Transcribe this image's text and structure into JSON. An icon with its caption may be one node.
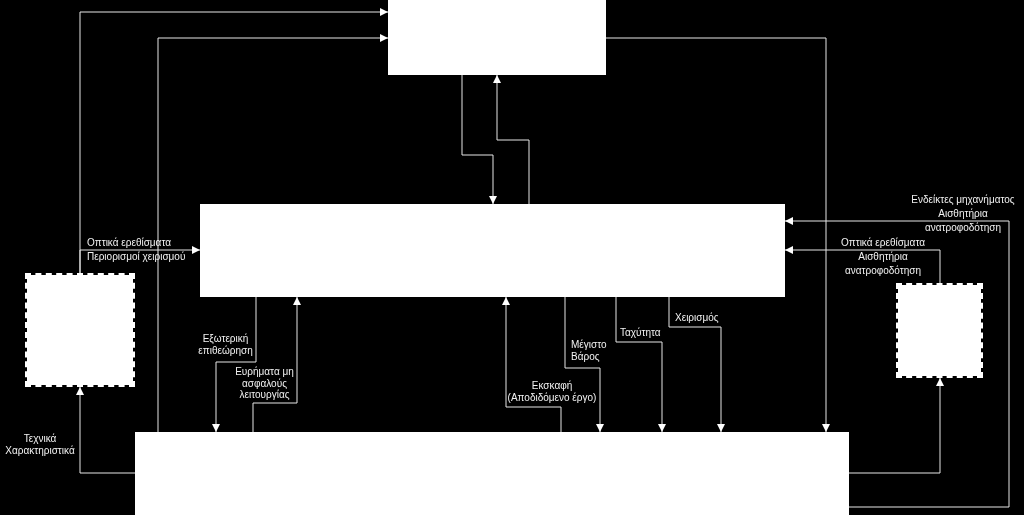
{
  "diagram": {
    "nodes": [
      {
        "text": [],
        "shape": "box"
      },
      {
        "text": [],
        "shape": "box"
      },
      {
        "text": [],
        "shape": "box"
      },
      {
        "text": [],
        "shape": "box"
      },
      {
        "text": [],
        "shape": "box"
      }
    ],
    "edges": [
      {
        "from": 2,
        "to": 0,
        "arrow": "to"
      },
      {
        "from": 2,
        "to": 1,
        "arrow": "to",
        "label": "Οπτικά ερεθίσματα Περιορισμοί χειρισμού"
      },
      {
        "from": 4,
        "to": 0,
        "arrow": "to"
      },
      {
        "from": 0,
        "to": 1,
        "arrow": "to"
      },
      {
        "from": 1,
        "to": 0,
        "arrow": "to"
      },
      {
        "from": 0,
        "to": 4,
        "arrow": "to"
      },
      {
        "from": 4,
        "to": 1,
        "arrow": "to",
        "label": "Ενδείκτες μηχανήματος Αισθητήρια ανατροφοδότηση"
      },
      {
        "from": 3,
        "to": 1,
        "arrow": "to",
        "label": "Οπτικά ερεθίσματα Αισθητήρια ανατροφοδότηση"
      },
      {
        "from": 4,
        "to": 3,
        "arrow": "to"
      },
      {
        "from": 4,
        "to": 2,
        "arrow": "to",
        "label": "Τεχνικά Χαρακτηριστικά"
      },
      {
        "from": 1,
        "to": 4,
        "arrow": "to",
        "label": "Εξωτερική επιθεώρηση"
      },
      {
        "from": 4,
        "to": 1,
        "arrow": "to",
        "label": "Ευρήματα μη ασφαλούς λειτουργίας"
      },
      {
        "from": 4,
        "to": 1,
        "arrow": "to",
        "label": "Εκσκαφή (Αποδιδόμενο έργο)"
      },
      {
        "from": 1,
        "to": 4,
        "arrow": "to",
        "label": "Μέγιστο Βάρος"
      },
      {
        "from": 1,
        "to": 4,
        "arrow": "to",
        "label": "Ταχύτητα"
      },
      {
        "from": 1,
        "to": 4,
        "arrow": "to",
        "label": "Χειρισμός"
      }
    ]
  }
}
